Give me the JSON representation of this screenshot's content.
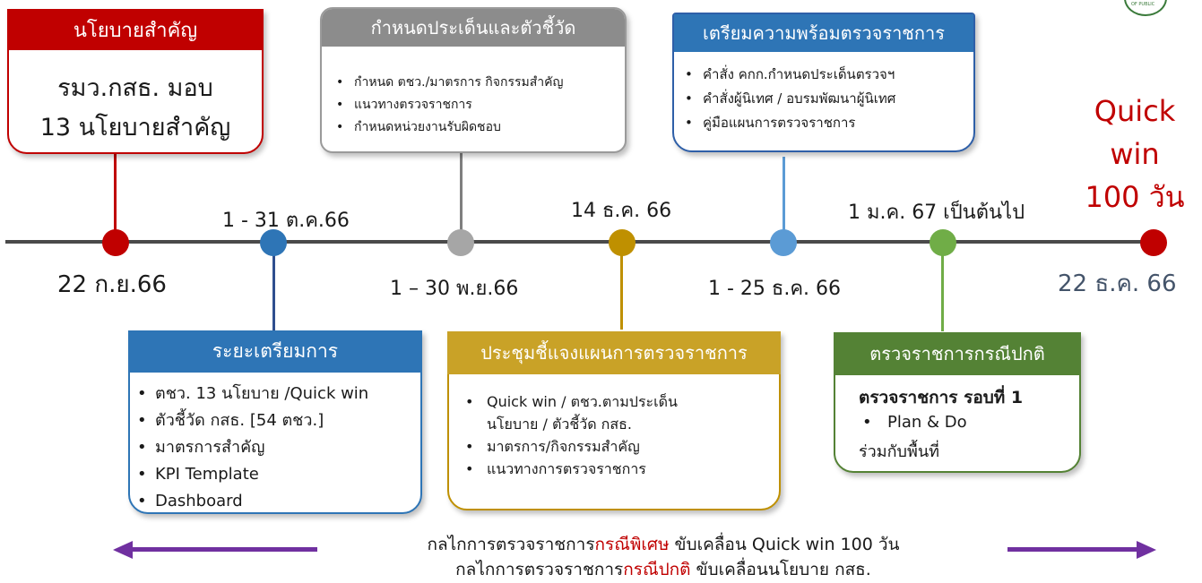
{
  "policy_box": {
    "header": "นโยบายสำคัญ",
    "line1": "รมว.กสธ. มอบ",
    "line2": "13 นโยบายสำคัญ"
  },
  "indicators_box": {
    "header": "กำหนดประเด็นและตัวชี้วัด",
    "items": [
      "กำหนด ตชว./มาตรการ กิจกรรมสำคัญ",
      "แนวทางตรวจราชการ",
      "กำหนดหน่วยงานรับผิดชอบ"
    ]
  },
  "readiness_box": {
    "header": "เตรียมความพร้อมตรวจราชการ",
    "items": [
      "คำสั่ง คกก.กำหนดประเด็นตรวจฯ",
      "คำสั่งผู้นิเทศ / อบรมพัฒนาผู้นิเทศ",
      "คู่มือแผนการตรวจราชการ"
    ]
  },
  "quick_win": {
    "line1": "Quick",
    "line2": "win",
    "line3": "100 วัน"
  },
  "timeline": {
    "dates": {
      "d1": "22 ก.ย.66",
      "d2": "1 - 31 ต.ค.66",
      "d3": "1 – 30 พ.ย.66",
      "d4": "14 ธ.ค. 66",
      "d5": "1 - 25 ธ.ค. 66",
      "d6": "1 ม.ค. 67 เป็นต้นไป",
      "d7": "22 ธ.ค. 66"
    }
  },
  "prep_box": {
    "header": "ระยะเตรียมการ",
    "items": [
      "ตชว. 13 นโยบาย /Quick win",
      "ตัวชี้วัด กสธ. [54 ตชว.]",
      "มาตรการสำคัญ",
      "KPI Template",
      "Dashboard"
    ]
  },
  "meeting_box": {
    "header": "ประชุมชี้แจงแผนการตรวจราชการ",
    "item1_line1": "Quick win / ตชว.ตามประเด็น",
    "item1_line2": "นโยบาย / ตัวชี้วัด กสธ.",
    "item2": "มาตรการ/กิจกรรมสำคัญ",
    "item3": "แนวทางการตรวจราชการ"
  },
  "normal_box": {
    "header": "ตรวจราชการกรณีปกติ",
    "round": "ตรวจราชการ รอบที่ 1",
    "item": "Plan & Do",
    "line": "ร่วมกับพื้นที่"
  },
  "footer": {
    "line1_pre": "กลไกการตรวจราชการ",
    "line1_hl": "กรณีพิเศษ",
    "line1_post": " ขับเคลื่อน Quick win 100 วัน",
    "line2_pre": "กลไกการตรวจราชการ",
    "line2_hl": "กรณีปกติ",
    "line2_post": " ขับเคลื่อนนโยบาย กสธ."
  },
  "logo_text": "OF PUBLIC",
  "colors": {
    "red": "#c00000",
    "blue": "#2e75b6",
    "gray": "#8c8c8c",
    "gold": "#bf9000",
    "green": "#70ad47",
    "purple": "#7030a0",
    "navy": "#44546a"
  }
}
